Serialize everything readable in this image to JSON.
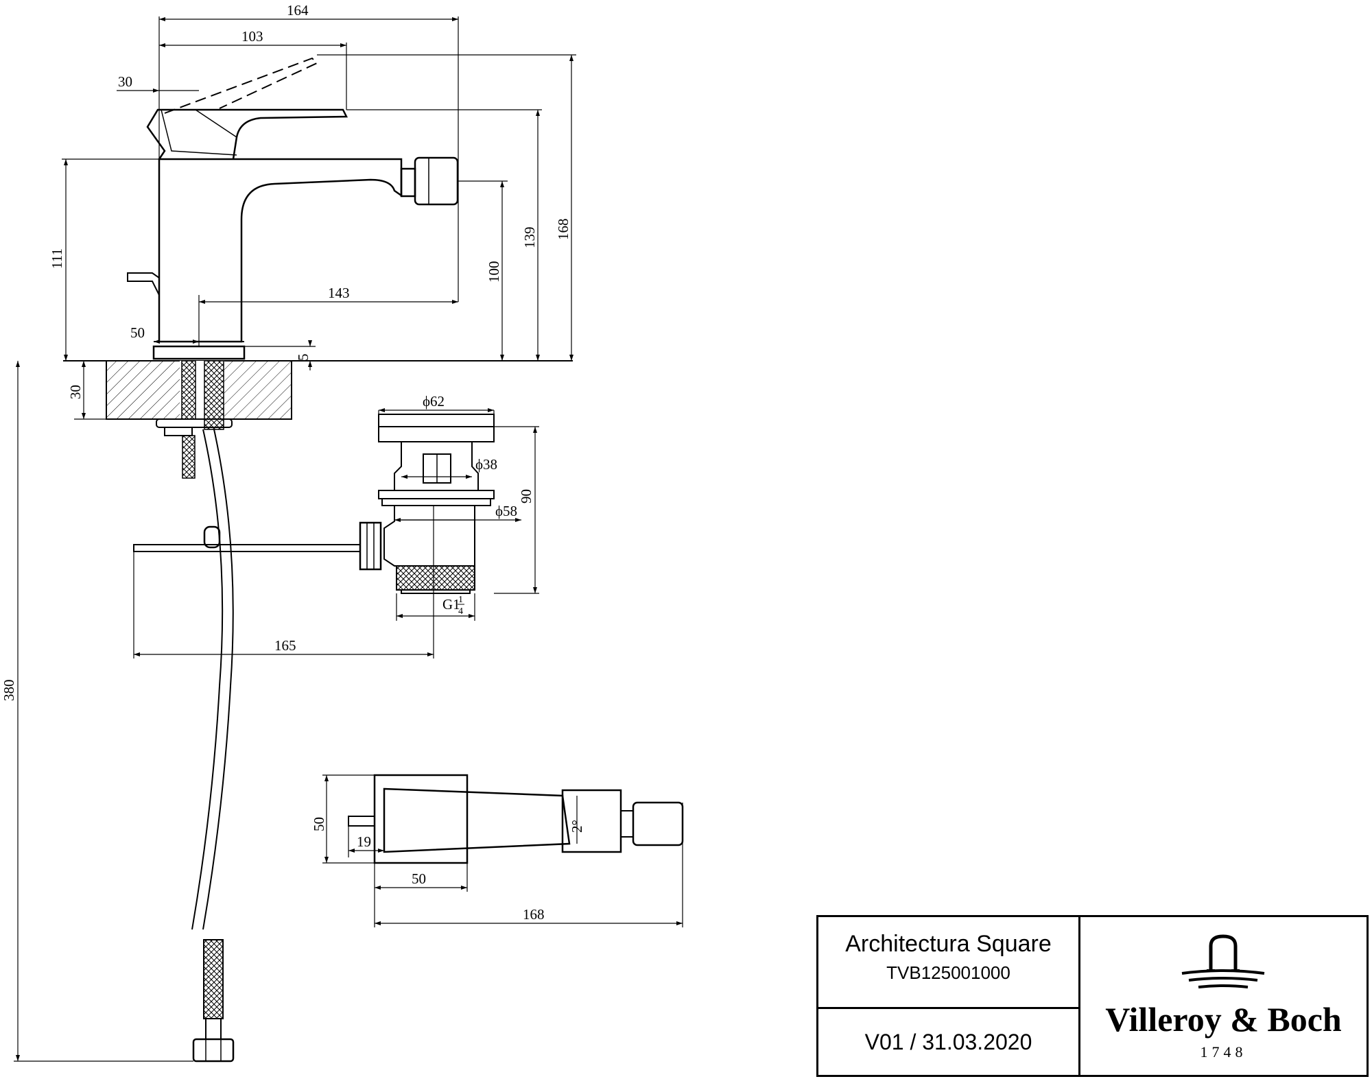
{
  "dimensions": {
    "d164": "164",
    "d103": "103",
    "d30_handle": "30",
    "d111": "111",
    "d139": "139",
    "d168_height": "168",
    "d100": "100",
    "d143": "143",
    "d50_base": "50",
    "d5": "5",
    "d30_plate": "30",
    "d380": "380",
    "d62": "ϕ62",
    "d38": "ϕ38",
    "d58": "ϕ58",
    "d90": "90",
    "g_thread": "G1",
    "g_num": "1",
    "g_den": "4",
    "d165": "165",
    "d50_top": "50",
    "d19": "19",
    "d2deg": "2°",
    "d50_topview": "50",
    "d168_topview": "168"
  },
  "title_block": {
    "product_name": "Architectura Square",
    "article_number": "TVB125001000",
    "version": "V01 / 31.03.2020",
    "brand": "Villeroy & Boch",
    "brand_year": "1748"
  }
}
